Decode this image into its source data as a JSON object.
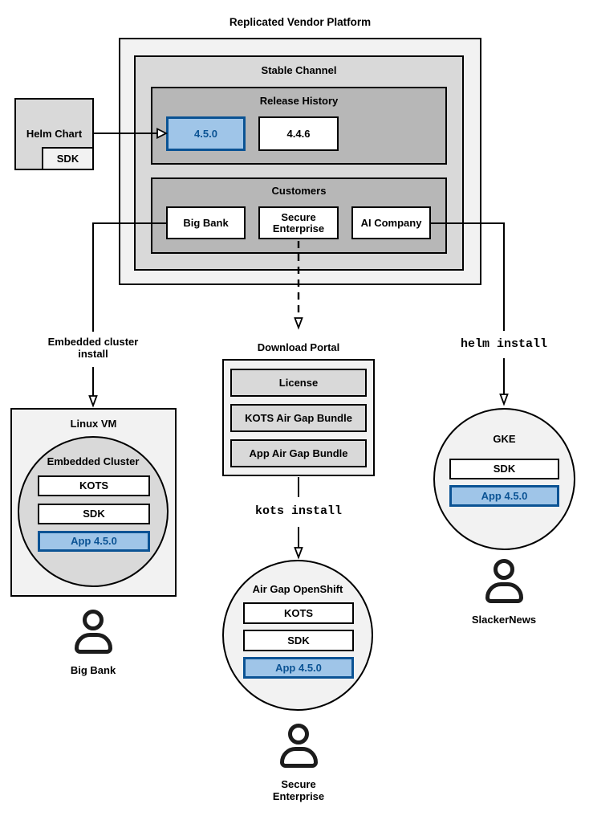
{
  "colors": {
    "highlight_fill": "#9fc5e8",
    "highlight_border": "#0b5394",
    "highlight_text": "#0b5394",
    "gray_light": "#f2f2f2",
    "gray_medium": "#d9d9d9",
    "gray_dark": "#b7b7b7",
    "line": "#000000"
  },
  "platform": {
    "title": "Replicated Vendor Platform",
    "stable_channel": {
      "label": "Stable Channel",
      "release_history": {
        "label": "Release History",
        "releases": [
          {
            "version": "4.5.0",
            "highlighted": true
          },
          {
            "version": "4.4.6",
            "highlighted": false
          }
        ]
      },
      "customers": {
        "label": "Customers",
        "items": [
          {
            "name": "Big Bank"
          },
          {
            "name": "Secure Enterprise"
          },
          {
            "name": "AI Company"
          }
        ]
      }
    }
  },
  "helm_chart": {
    "label": "Helm Chart",
    "sdk": "SDK"
  },
  "left_flow": {
    "arrow_label": "Embedded cluster install",
    "linux_vm": {
      "label": "Linux VM",
      "cluster_label": "Embedded Cluster",
      "components": [
        {
          "name": "KOTS",
          "highlighted": false
        },
        {
          "name": "SDK",
          "highlighted": false
        },
        {
          "name": "App 4.5.0",
          "highlighted": true
        }
      ]
    },
    "user": "Big Bank"
  },
  "middle_flow": {
    "download_portal": {
      "label": "Download Portal",
      "items": [
        {
          "name": "License"
        },
        {
          "name": "KOTS Air Gap Bundle"
        },
        {
          "name": "App Air Gap Bundle"
        }
      ]
    },
    "arrow_label": "kots install",
    "cluster": {
      "label": "Air Gap OpenShift",
      "components": [
        {
          "name": "KOTS",
          "highlighted": false
        },
        {
          "name": "SDK",
          "highlighted": false
        },
        {
          "name": "App 4.5.0",
          "highlighted": true
        }
      ]
    },
    "user": "Secure Enterprise"
  },
  "right_flow": {
    "arrow_label": "helm install",
    "cluster": {
      "label": "GKE",
      "components": [
        {
          "name": "SDK",
          "highlighted": false
        },
        {
          "name": "App 4.5.0",
          "highlighted": true
        }
      ]
    },
    "user": "SlackerNews"
  }
}
